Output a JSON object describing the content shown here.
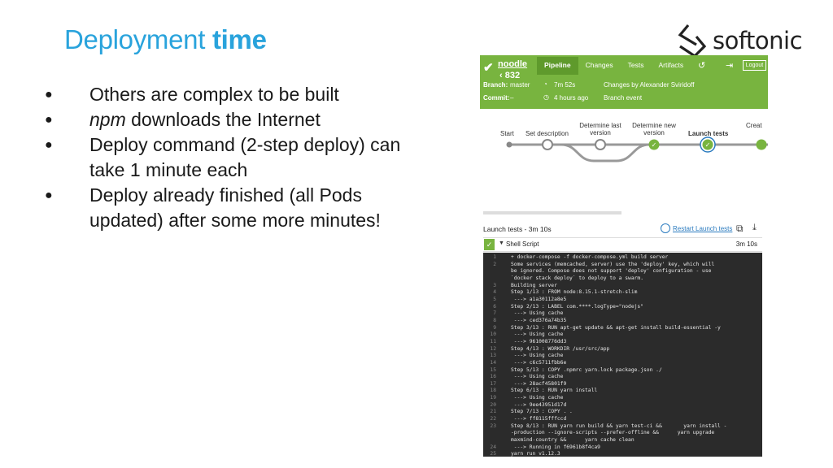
{
  "slide": {
    "title_regular": "Deployment",
    "title_bold": "time",
    "logo_text": "softonic",
    "bullets": [
      {
        "parts": [
          "Others are complex to be built"
        ]
      },
      {
        "italic": "npm",
        "rest": " downloads the Internet"
      },
      {
        "parts": [
          "Deploy command (2-step deploy) can take 1 minute each"
        ]
      },
      {
        "parts": [
          "Deploy already finished (all Pods updated) after some more minutes!"
        ]
      }
    ]
  },
  "pipeline": {
    "name": "noodle",
    "run": "832",
    "tabs": [
      "Pipeline",
      "Changes",
      "Tests",
      "Artifacts"
    ],
    "logout": "Logout",
    "branch_label": "Branch:",
    "branch_value": "master",
    "duration": "7m 52s",
    "changes": "Changes by Alexander Sviridoff",
    "commit_label": "Commit:",
    "commit_value": "–",
    "time_ago": "4 hours ago",
    "trigger": "Branch event",
    "accent_color": "#78b43f",
    "stages": [
      {
        "label": "Start",
        "state": "start"
      },
      {
        "label": "Set description",
        "state": "pending"
      },
      {
        "label": "Determine last version",
        "state": "pending"
      },
      {
        "label": "Determine new version",
        "state": "success"
      },
      {
        "label": "Launch tests",
        "state": "success-selected"
      },
      {
        "label": "Creat",
        "state": "success"
      }
    ]
  },
  "log": {
    "title": "Launch tests - 3m 10s",
    "restart_label": "Restart Launch tests",
    "step_name": "Shell Script",
    "step_time": "3m 10s",
    "lines": [
      {
        "n": "1",
        "t": "+ docker-compose -f docker-compose.yml build server"
      },
      {
        "n": "2",
        "t": "Some services (memcached, server) use the 'deploy' key, which will"
      },
      {
        "n": "",
        "t": "be ignored. Compose does not support 'deploy' configuration - use"
      },
      {
        "n": "",
        "t": "`docker stack deploy` to deploy to a swarm."
      },
      {
        "n": "3",
        "t": "Building server"
      },
      {
        "n": "4",
        "t": "Step 1/13 : FROM node:8.15.1-stretch-slim"
      },
      {
        "n": "5",
        "t": " ---> a1a30112a8e5"
      },
      {
        "n": "6",
        "t": "Step 2/13 : LABEL com.****.logType=\"nodejs\""
      },
      {
        "n": "7",
        "t": " ---> Using cache"
      },
      {
        "n": "8",
        "t": " ---> ced376a74b35"
      },
      {
        "n": "9",
        "t": "Step 3/13 : RUN apt-get update && apt-get install build-essential -y"
      },
      {
        "n": "10",
        "t": " ---> Using cache"
      },
      {
        "n": "11",
        "t": " ---> 961008776dd3"
      },
      {
        "n": "12",
        "t": "Step 4/13 : WORKDIR /usr/src/app"
      },
      {
        "n": "13",
        "t": " ---> Using cache"
      },
      {
        "n": "14",
        "t": " ---> c6c5711fbb6e"
      },
      {
        "n": "15",
        "t": "Step 5/13 : COPY .npmrc yarn.lock package.json ./"
      },
      {
        "n": "16",
        "t": " ---> Using cache"
      },
      {
        "n": "17",
        "t": " ---> 28acf45801f9"
      },
      {
        "n": "18",
        "t": "Step 6/13 : RUN yarn install"
      },
      {
        "n": "19",
        "t": " ---> Using cache"
      },
      {
        "n": "20",
        "t": " ---> 9ee43951d17d"
      },
      {
        "n": "21",
        "t": "Step 7/13 : COPY . ."
      },
      {
        "n": "22",
        "t": " ---> ff8115fffccd"
      },
      {
        "n": "23",
        "t": "Step 8/13 : RUN yarn run build && yarn test-ci &&       yarn install -"
      },
      {
        "n": "",
        "t": "-production --ignore-scripts --prefer-offline &&      yarn upgrade"
      },
      {
        "n": "",
        "t": "maxmind-country &&      yarn cache clean"
      },
      {
        "n": "24",
        "t": " ---> Running in f6961b8f4ca9"
      },
      {
        "n": "25",
        "t": "yarn run v1.12.3"
      }
    ]
  }
}
